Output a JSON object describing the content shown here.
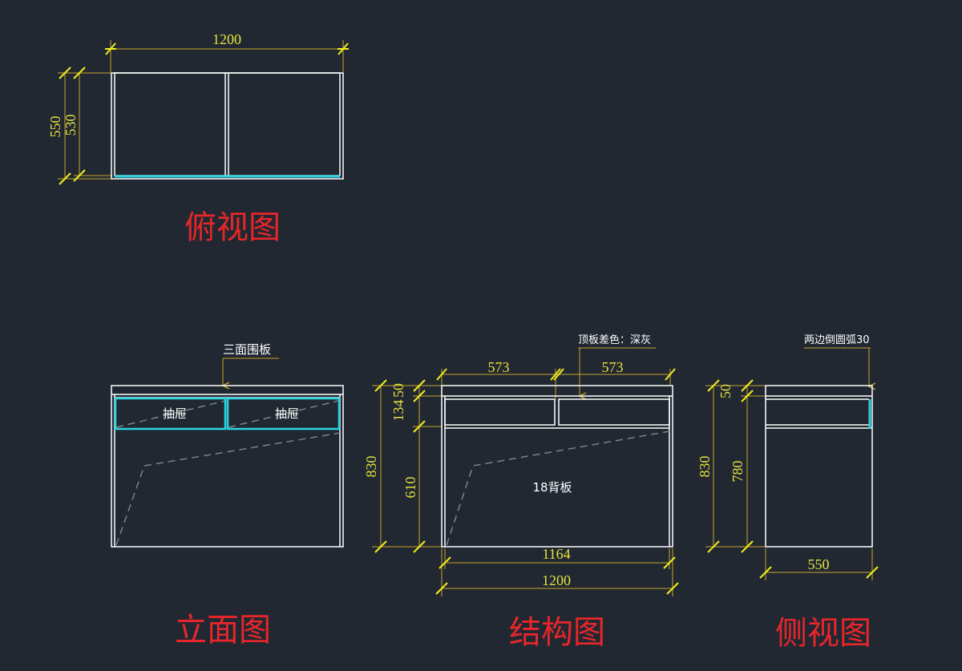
{
  "colors": {
    "background": "#212832",
    "outline": "#ffffff",
    "drawer_highlight": "#2ad4e0",
    "dimension_line": "#c8a42a",
    "dimension_text": "#e6e23c",
    "tick": "#f2ee1c",
    "title": "#e8262a",
    "hidden_line": "#7c828a"
  },
  "top_view": {
    "title": "俯视图",
    "dim_width": "1200",
    "dim_depth_outer": "550",
    "dim_depth_inner": "530"
  },
  "elevation_view": {
    "title": "立面图",
    "note_top": "三面围板",
    "drawer_left": "抽屉",
    "drawer_right": "抽屉"
  },
  "structure_view": {
    "title": "结构图",
    "note_top": "顶板差色：深灰",
    "dim_left_section": "573",
    "dim_right_section": "573",
    "dim_total_height": "830",
    "dim_drawer_height": "134",
    "dim_top_height": "50",
    "dim_lower_height": "610",
    "dim_inner_width": "1164",
    "dim_outer_width": "1200",
    "back_panel_label": "18背板"
  },
  "side_view": {
    "title": "侧视图",
    "note_top": "两边倒圆弧30",
    "dim_total_height": "830",
    "dim_top_height": "50",
    "dim_lower_height": "780",
    "dim_depth": "550"
  }
}
